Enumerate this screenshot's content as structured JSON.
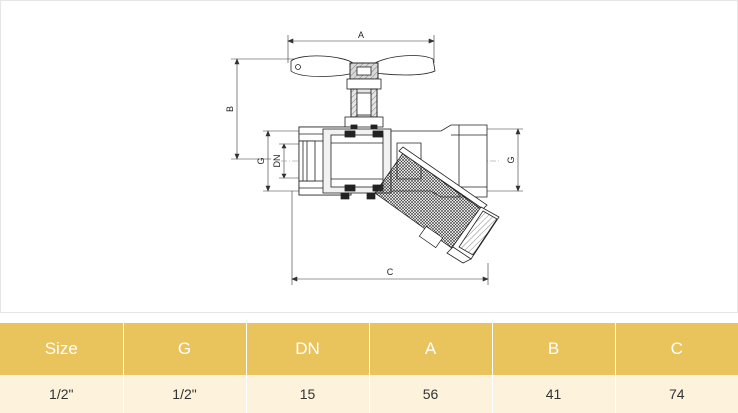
{
  "drawing": {
    "dimension_labels": {
      "a": "A",
      "b": "B",
      "c": "C",
      "g_left": "G",
      "g_right": "G",
      "dn": "DN"
    }
  },
  "table": {
    "headers": [
      "Size",
      "G",
      "DN",
      "A",
      "B",
      "C"
    ],
    "rows": [
      [
        "1/2\"",
        "1/2\"",
        "15",
        "56",
        "41",
        "74"
      ]
    ]
  }
}
